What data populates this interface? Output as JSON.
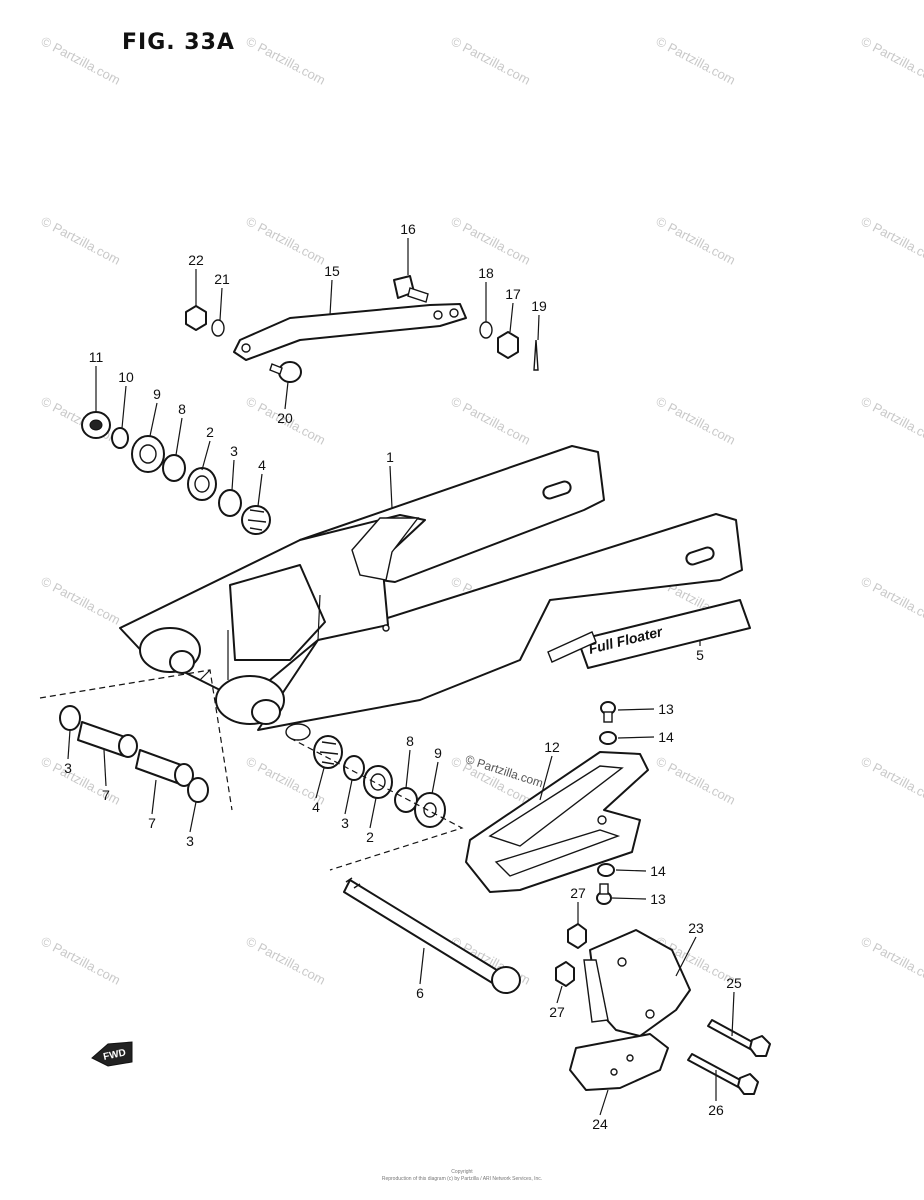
{
  "figure": {
    "title": "FIG. 33A"
  },
  "brand_decal_text": "Full Floater",
  "watermark": {
    "text": "© Partzilla.com"
  },
  "footer": {
    "copyright": "Copyright",
    "notice": "Reproduction of this diagram (c) by Partzilla / ARI Network Services, Inc."
  },
  "direction_arrow": {
    "label": "FWD"
  },
  "callouts": [
    {
      "label": "1"
    },
    {
      "label": "2"
    },
    {
      "label": "2"
    },
    {
      "label": "3"
    },
    {
      "label": "3"
    },
    {
      "label": "3"
    },
    {
      "label": "3"
    },
    {
      "label": "4"
    },
    {
      "label": "4"
    },
    {
      "label": "5"
    },
    {
      "label": "6"
    },
    {
      "label": "7"
    },
    {
      "label": "7"
    },
    {
      "label": "8"
    },
    {
      "label": "8"
    },
    {
      "label": "9"
    },
    {
      "label": "9"
    },
    {
      "label": "10"
    },
    {
      "label": "11"
    },
    {
      "label": "12"
    },
    {
      "label": "13"
    },
    {
      "label": "13"
    },
    {
      "label": "14"
    },
    {
      "label": "14"
    },
    {
      "label": "15"
    },
    {
      "label": "16"
    },
    {
      "label": "17"
    },
    {
      "label": "18"
    },
    {
      "label": "19"
    },
    {
      "label": "20"
    },
    {
      "label": "21"
    },
    {
      "label": "22"
    },
    {
      "label": "23"
    },
    {
      "label": "24"
    },
    {
      "label": "25"
    },
    {
      "label": "26"
    },
    {
      "label": "27"
    },
    {
      "label": "27"
    }
  ]
}
